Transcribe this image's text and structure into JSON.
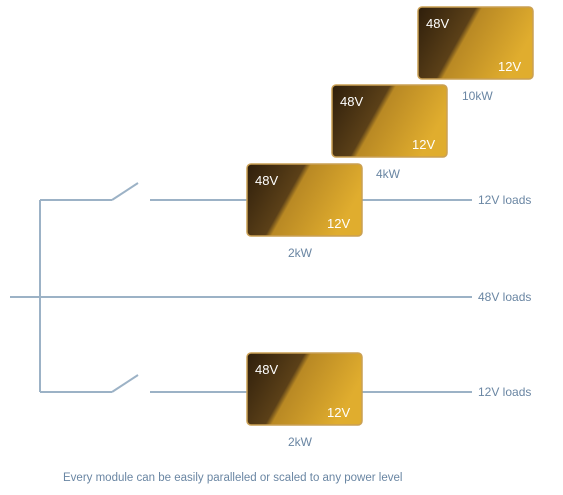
{
  "colors": {
    "wire": "#9cb2c6",
    "label_text": "#6a86a3",
    "module_dark": "#4a3416",
    "module_light": "#d6a229",
    "module_border": "#caa054"
  },
  "modules": [
    {
      "id": "module-10kw",
      "input": "48V",
      "output": "12V",
      "power": "10kW"
    },
    {
      "id": "module-4kw",
      "input": "48V",
      "output": "12V",
      "power": "4kW"
    },
    {
      "id": "module-2kw-top",
      "input": "48V",
      "output": "12V",
      "power": "2kW"
    },
    {
      "id": "module-2kw-bottom",
      "input": "48V",
      "output": "12V",
      "power": "2kW"
    }
  ],
  "loads": {
    "top": "12V loads",
    "middle": "48V loads",
    "bottom": "12V loads"
  },
  "caption": "Every module can be easily paralleled or scaled to any power level"
}
